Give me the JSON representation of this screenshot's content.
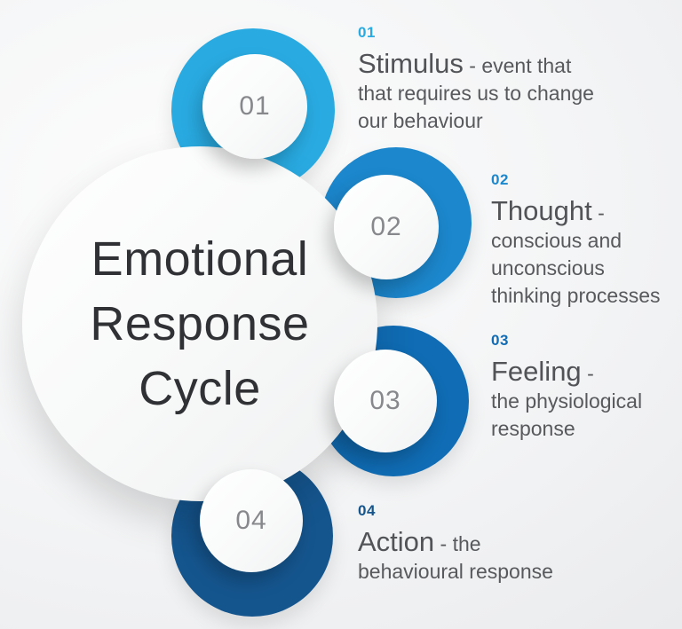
{
  "diagram": {
    "center_title_lines": [
      "Emotional",
      "Response",
      "Cycle"
    ]
  },
  "items": [
    {
      "num": "01",
      "color": "#29ABE2",
      "title": "Stimulus",
      "desc": [
        " - event that",
        "that requires us to change",
        "our behaviour"
      ]
    },
    {
      "num": "02",
      "color": "#1C87CD",
      "title": "Thought",
      "desc": [
        " -",
        "conscious and",
        "unconscious",
        "thinking processes"
      ]
    },
    {
      "num": "03",
      "color": "#106CB4",
      "title": "Feeling",
      "desc": [
        " -",
        "the physiological",
        "response"
      ]
    },
    {
      "num": "04",
      "color": "#15558E",
      "title": "Action",
      "desc": [
        " - the",
        "behavioural response"
      ]
    }
  ]
}
